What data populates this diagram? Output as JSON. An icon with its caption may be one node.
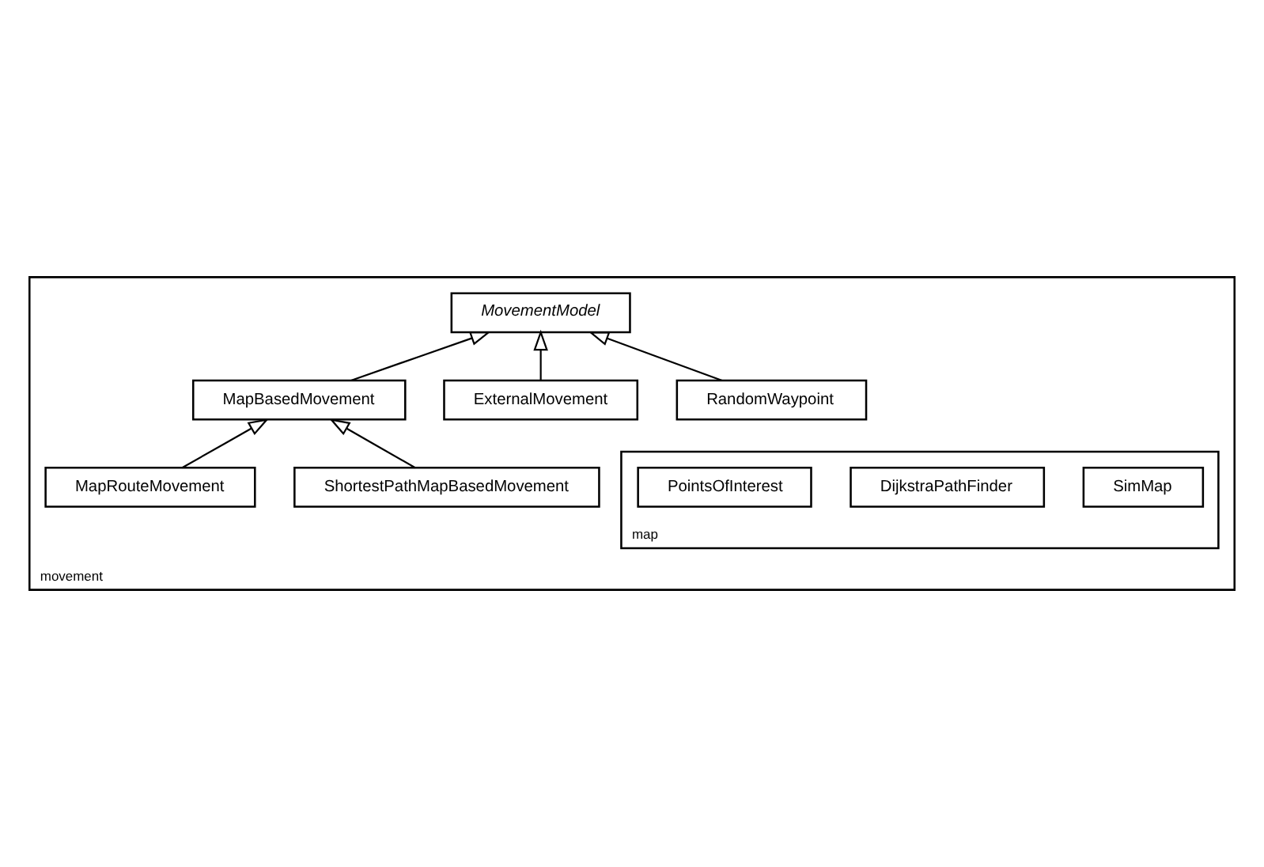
{
  "diagram": {
    "nodes": [
      {
        "text": [
          "movement"
        ]
      },
      {
        "text": [
          "MovementModel"
        ],
        "in": 0
      },
      {
        "text": [
          "RandomWaypoint"
        ],
        "in": 0
      },
      {
        "text": [
          "ExternalMovement"
        ],
        "in": 0
      },
      {
        "text": [
          "MapBasedMovement"
        ],
        "in": 0
      },
      {
        "text": [
          "ShortestPathMapBasedMovement"
        ],
        "in": 0
      },
      {
        "text": [
          "MapRouteMovement"
        ],
        "in": 0
      },
      {
        "text": [
          "map"
        ],
        "in": 0
      },
      {
        "text": [
          "SimMap"
        ],
        "in": 7
      },
      {
        "text": [
          "DijkstraPathFinder"
        ],
        "in": 7
      },
      {
        "text": [
          "PointsOfInterest"
        ],
        "in": 7
      }
    ],
    "edges": [
      {
        "from": 2,
        "to": 1,
        "arrow": "to"
      },
      {
        "from": 3,
        "to": 1,
        "arrow": "to"
      },
      {
        "from": 4,
        "to": 1,
        "arrow": "to"
      },
      {
        "from": 5,
        "to": 4,
        "arrow": "to"
      },
      {
        "from": 6,
        "to": 4,
        "arrow": "to"
      }
    ]
  }
}
